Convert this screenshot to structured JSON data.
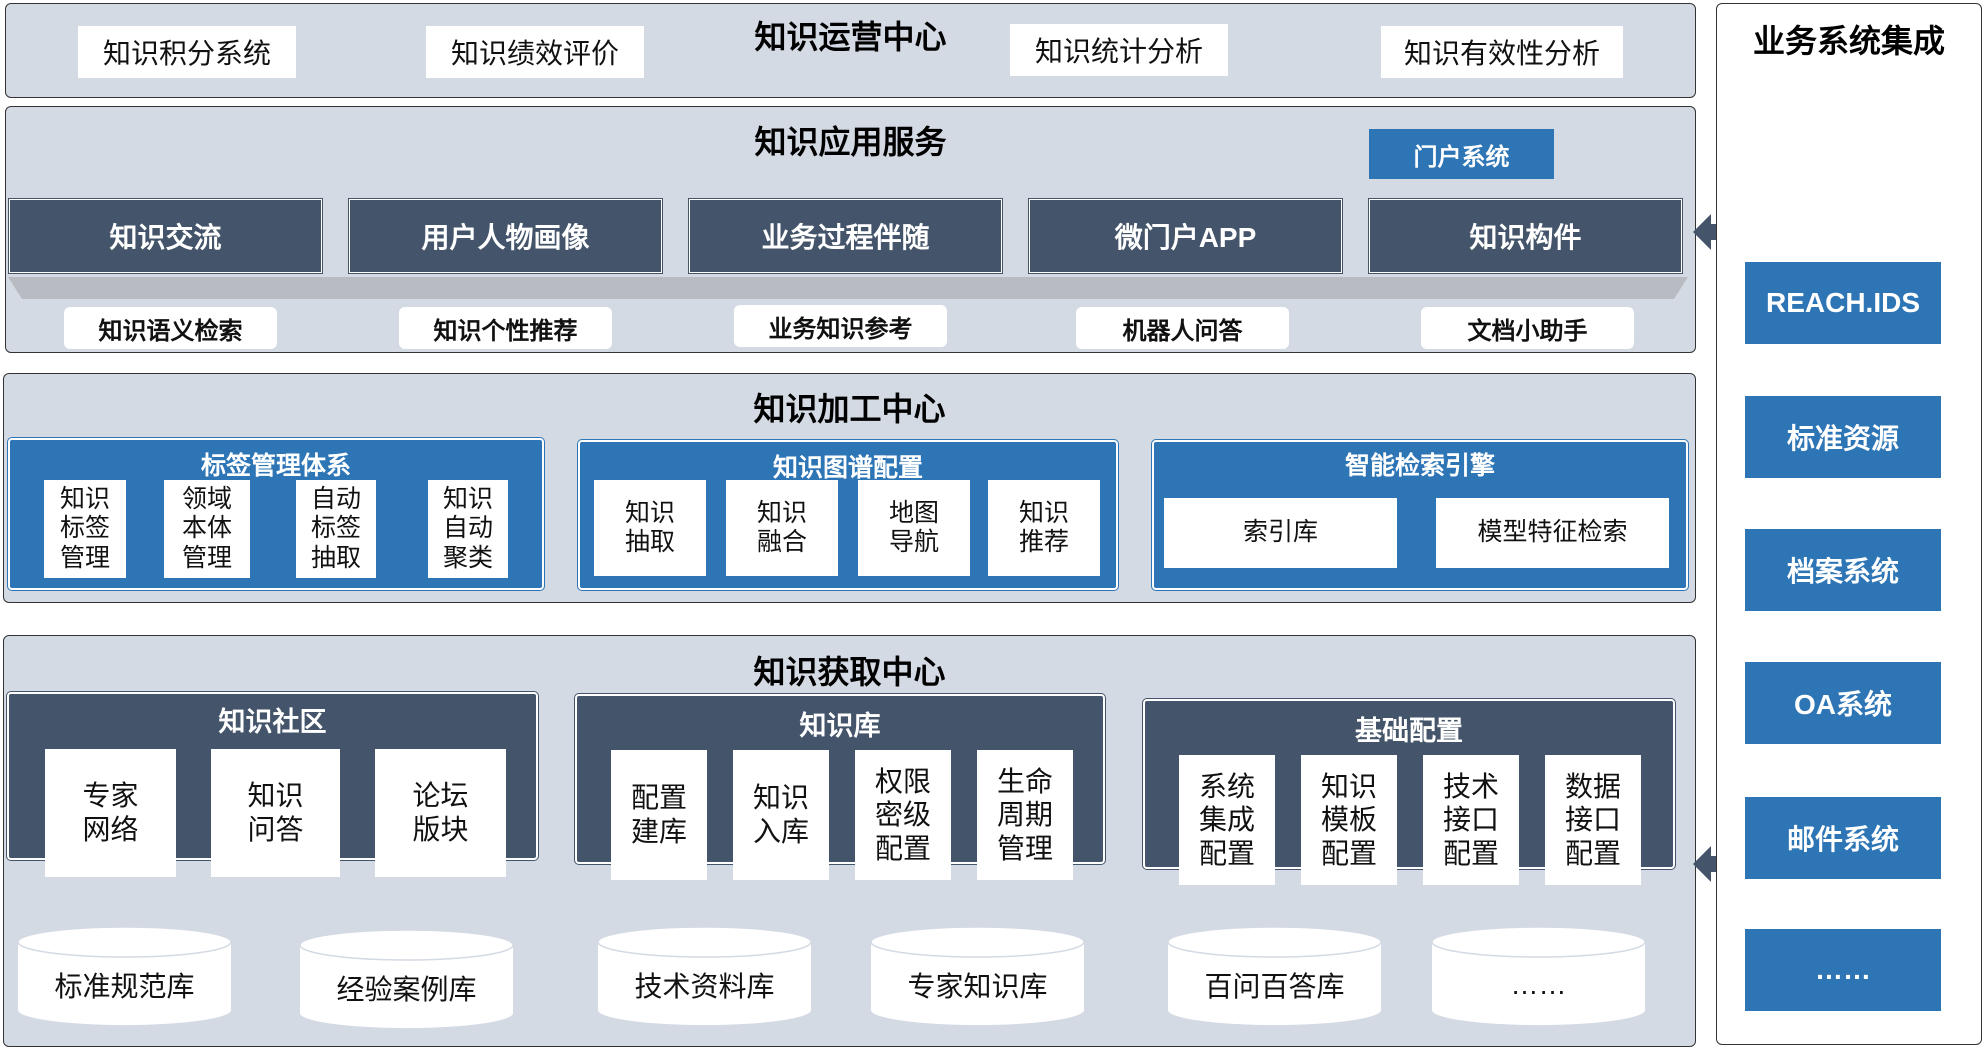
{
  "operations": {
    "title": "知识运营中心",
    "items": [
      "知识积分系统",
      "知识绩效评价",
      "知识统计分析",
      "知识有效性分析"
    ]
  },
  "application": {
    "title": "知识应用服务",
    "portal": "门户系统",
    "services": [
      "知识交流",
      "用户人物画像",
      "业务过程伴随",
      "微门户APP",
      "知识构件"
    ],
    "features": [
      "知识语义检索",
      "知识个性推荐",
      "业务知识参考",
      "机器人问答",
      "文档小助手"
    ]
  },
  "processing": {
    "title": "知识加工中心",
    "tag_system": {
      "title": "标签管理体系",
      "items": [
        "知识\n标签\n管理",
        "领域\n本体\n管理",
        "自动\n标签\n抽取",
        "知识\n自动\n聚类"
      ]
    },
    "graph_config": {
      "title": "知识图谱配置",
      "items": [
        "知识\n抽取",
        "知识\n融合",
        "地图\n导航",
        "知识\n推荐"
      ]
    },
    "search_engine": {
      "title": "智能检索引擎",
      "items": [
        "索引库",
        "模型特征检索"
      ]
    }
  },
  "acquisition": {
    "title": "知识获取中心",
    "community": {
      "title": "知识社区",
      "items": [
        "专家\n网络",
        "知识\n问答",
        "论坛\n版块"
      ]
    },
    "library": {
      "title": "知识库",
      "items": [
        "配置\n建库",
        "知识\n入库",
        "权限\n密级\n配置",
        "生命\n周期\n管理"
      ]
    },
    "base_config": {
      "title": "基础配置",
      "items": [
        "系统\n集成\n配置",
        "知识\n模板\n配置",
        "技术\n接口\n配置",
        "数据\n接口\n配置"
      ]
    },
    "databases": [
      "标准规范库",
      "经验案例库",
      "技术资料库",
      "专家知识库",
      "百问百答库",
      "……"
    ]
  },
  "integration": {
    "title": "业务系统集成",
    "systems": [
      "REACH.IDS",
      "标准资源",
      "档案系统",
      "OA系统",
      "邮件系统",
      "……"
    ]
  },
  "colors": {
    "panel_bg": "#d4dae3",
    "dark": "#44546a",
    "blue": "#2e75b6"
  }
}
